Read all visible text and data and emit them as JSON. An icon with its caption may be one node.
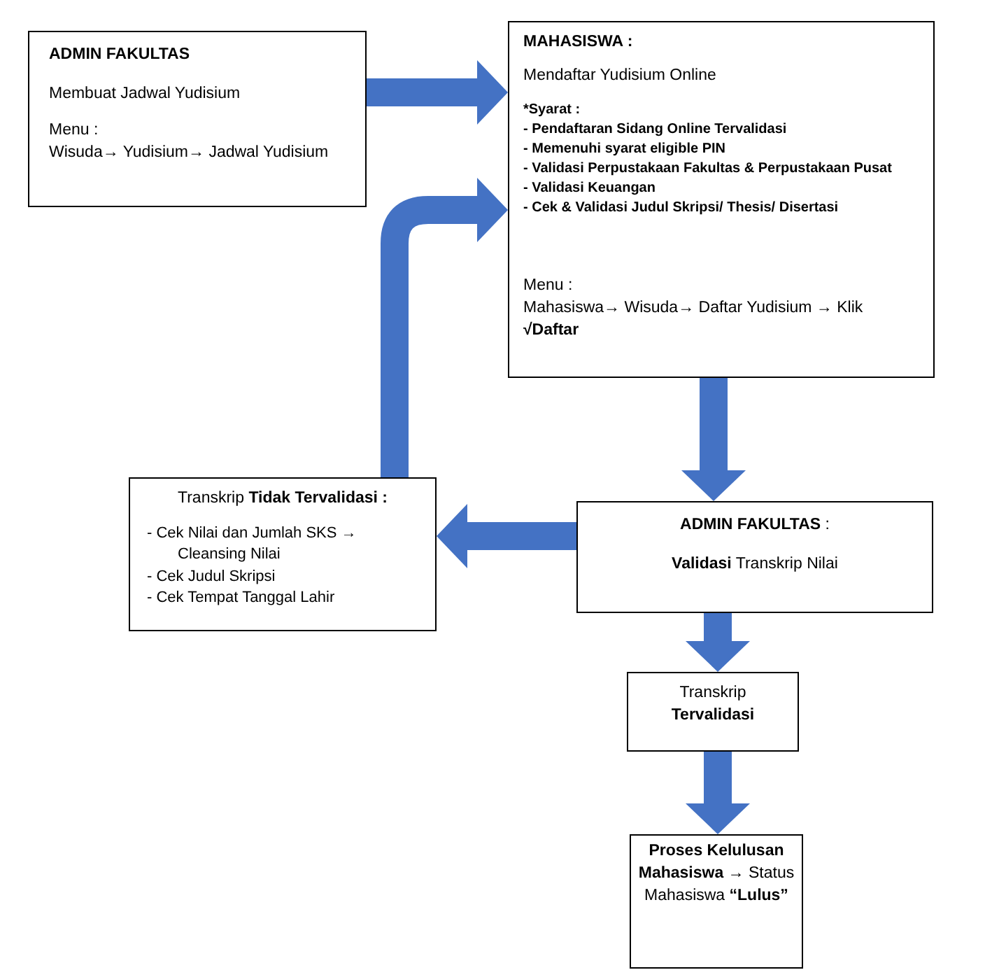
{
  "diagram": {
    "nodes": [
      {
        "text": [
          "ADMIN FAKULTAS",
          "Membuat Jadwal Yudisium",
          "Menu :",
          "Wisuda→ Yudisium→ Jadwal Yudisium"
        ]
      },
      {
        "text": [
          "MAHASISWA :",
          "Mendaftar Yudisium Online",
          "*Syarat :",
          "- Pendaftaran Sidang Online Tervalidasi",
          "- Memenuhi syarat eligible PIN",
          "- Validasi Perpustakaan Fakultas & Perpustakaan Pusat",
          "- Validasi Keuangan",
          "- Cek & Validasi Judul Skripsi/ Thesis/ Disertasi",
          "Menu :",
          "Mahasiswa→ Wisuda→ Daftar Yudisium → Klik **√Daftar**"
        ]
      },
      {
        "text": [
          "**ADMIN FAKULTAS** :",
          "**Validasi** Transkrip Nilai"
        ]
      },
      {
        "text": [
          "Transkrip **Tidak Tervalidasi :**",
          "- Cek Nilai dan Jumlah SKS → Cleansing Nilai",
          "- Cek Judul Skripsi",
          "- Cek Tempat Tanggal Lahir"
        ]
      },
      {
        "text": [
          "Transkrip **Tervalidasi**"
        ]
      },
      {
        "text": [
          "**Proses Kelulusan Mahasiswa →** Status Mahasiswa **“Lulus”**"
        ]
      }
    ],
    "edges": [
      {
        "from": 0,
        "to": 1,
        "arrow": "to"
      },
      {
        "from": 1,
        "to": 2,
        "arrow": "to"
      },
      {
        "from": 2,
        "to": 3,
        "arrow": "to"
      },
      {
        "from": 3,
        "to": 1,
        "arrow": "to"
      },
      {
        "from": 2,
        "to": 4,
        "arrow": "to"
      },
      {
        "from": 4,
        "to": 5,
        "arrow": "to"
      }
    ]
  }
}
